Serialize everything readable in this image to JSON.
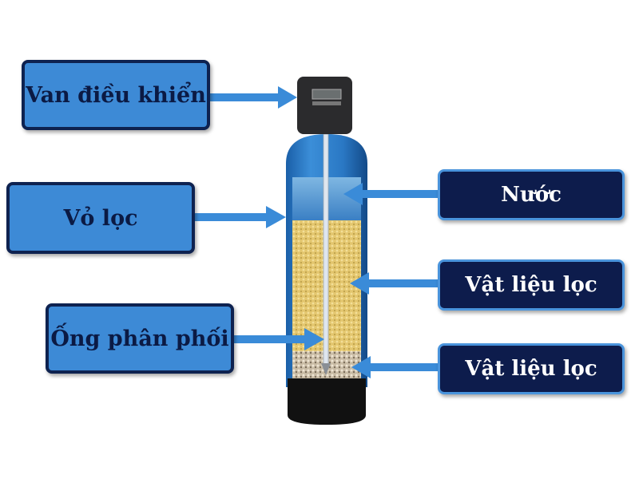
{
  "labels_left": [
    {
      "text": "Van điều khiển"
    },
    {
      "text": "Vỏ lọc"
    },
    {
      "text": "Ống phân phối"
    }
  ],
  "labels_right": [
    {
      "text": "Nước"
    },
    {
      "text": "Vật liệu lọc"
    },
    {
      "text": "Vật liệu lọc"
    }
  ],
  "colors": {
    "arrow": "#3a8bd8",
    "left_box": "#3d8ad6",
    "right_box": "#0d1c4c"
  }
}
